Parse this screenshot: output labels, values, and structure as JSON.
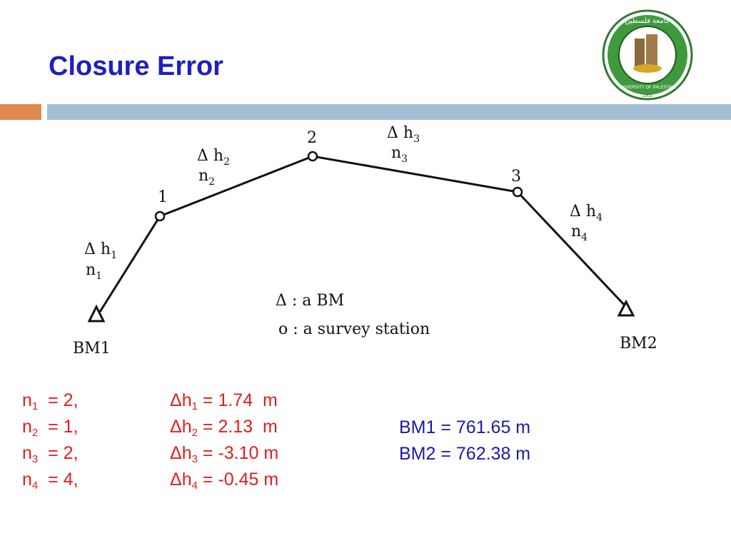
{
  "title": "Closure Error",
  "logo": {
    "icon": "university-of-palestine-seal-icon",
    "arabic_text": "جامعة فلسطين",
    "english_text": "UNIVERSITY OF PALESTINE",
    "year": "2003"
  },
  "diagram": {
    "stations": {
      "s1": "1",
      "s2": "2",
      "s3": "3"
    },
    "benchmarks": {
      "bm1": "BM1",
      "bm2": "BM2"
    },
    "legs": [
      {
        "dh": "Δ h",
        "dh_sub": "1",
        "n": "n",
        "n_sub": "1"
      },
      {
        "dh": "Δ h",
        "dh_sub": "2",
        "n": "n",
        "n_sub": "2"
      },
      {
        "dh": "Δ h",
        "dh_sub": "3",
        "n": "n",
        "n_sub": "3"
      },
      {
        "dh": "Δ h",
        "dh_sub": "4",
        "n": "n",
        "n_sub": "4"
      }
    ],
    "legend": {
      "bm": "Δ : a BM",
      "station": "o : a survey station"
    }
  },
  "observations": [
    {
      "n": "n",
      "n_sub": "1",
      "n_val": "  = 2,",
      "dh": "Δh",
      "dh_sub": "1",
      "dh_val": " = 1.74  m"
    },
    {
      "n": "n",
      "n_sub": "2",
      "n_val": "  = 1,",
      "dh": "Δh",
      "dh_sub": "2",
      "dh_val": " = 2.13  m"
    },
    {
      "n": "n",
      "n_sub": "3",
      "n_val": "  = 2,",
      "dh": "Δh",
      "dh_sub": "3",
      "dh_val": " = -3.10 m"
    },
    {
      "n": "n",
      "n_sub": "4",
      "n_val": "  = 4,",
      "dh": "Δh",
      "dh_sub": "4",
      "dh_val": " = -0.45 m"
    }
  ],
  "benchmarks": {
    "bm1": "BM1 = 761.65 m",
    "bm2": "BM2 = 762.38 m"
  },
  "colors": {
    "title": "#1f1fbf",
    "equations": "#e21d1d",
    "benchmarks": "#1a1aaa",
    "accent_orange": "#e08a4e",
    "accent_blue": "#a3bdd4"
  }
}
